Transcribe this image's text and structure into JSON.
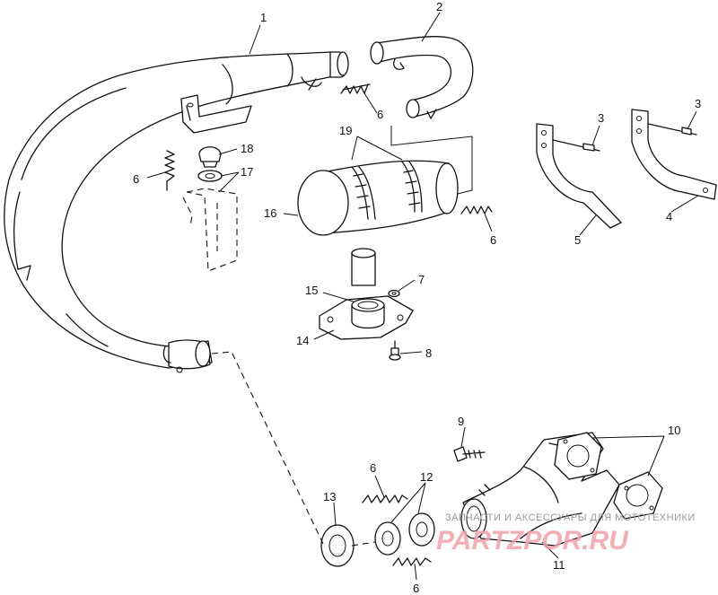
{
  "diagram": {
    "callouts": {
      "c1": "1",
      "c2": "2",
      "c3a": "3",
      "c3b": "3",
      "c4": "4",
      "c5": "5",
      "c6a": "6",
      "c6b": "6",
      "c6c": "6",
      "c6d": "6",
      "c6e": "6",
      "c7": "7",
      "c8": "8",
      "c9": "9",
      "c10": "10",
      "c11": "11",
      "c12": "12",
      "c13": "13",
      "c14": "14",
      "c15": "15",
      "c16": "16",
      "c17": "17",
      "c18": "18",
      "c19": "19"
    }
  },
  "watermark": {
    "tagline": "ЗАПЧАСТИ И АКСЕССУАРЫ ДЛЯ МОТОТЕХНИКИ",
    "brand": "PARTZPOR.RU"
  },
  "colors": {
    "line": "#111111",
    "watermark": "#f3a0a8"
  }
}
